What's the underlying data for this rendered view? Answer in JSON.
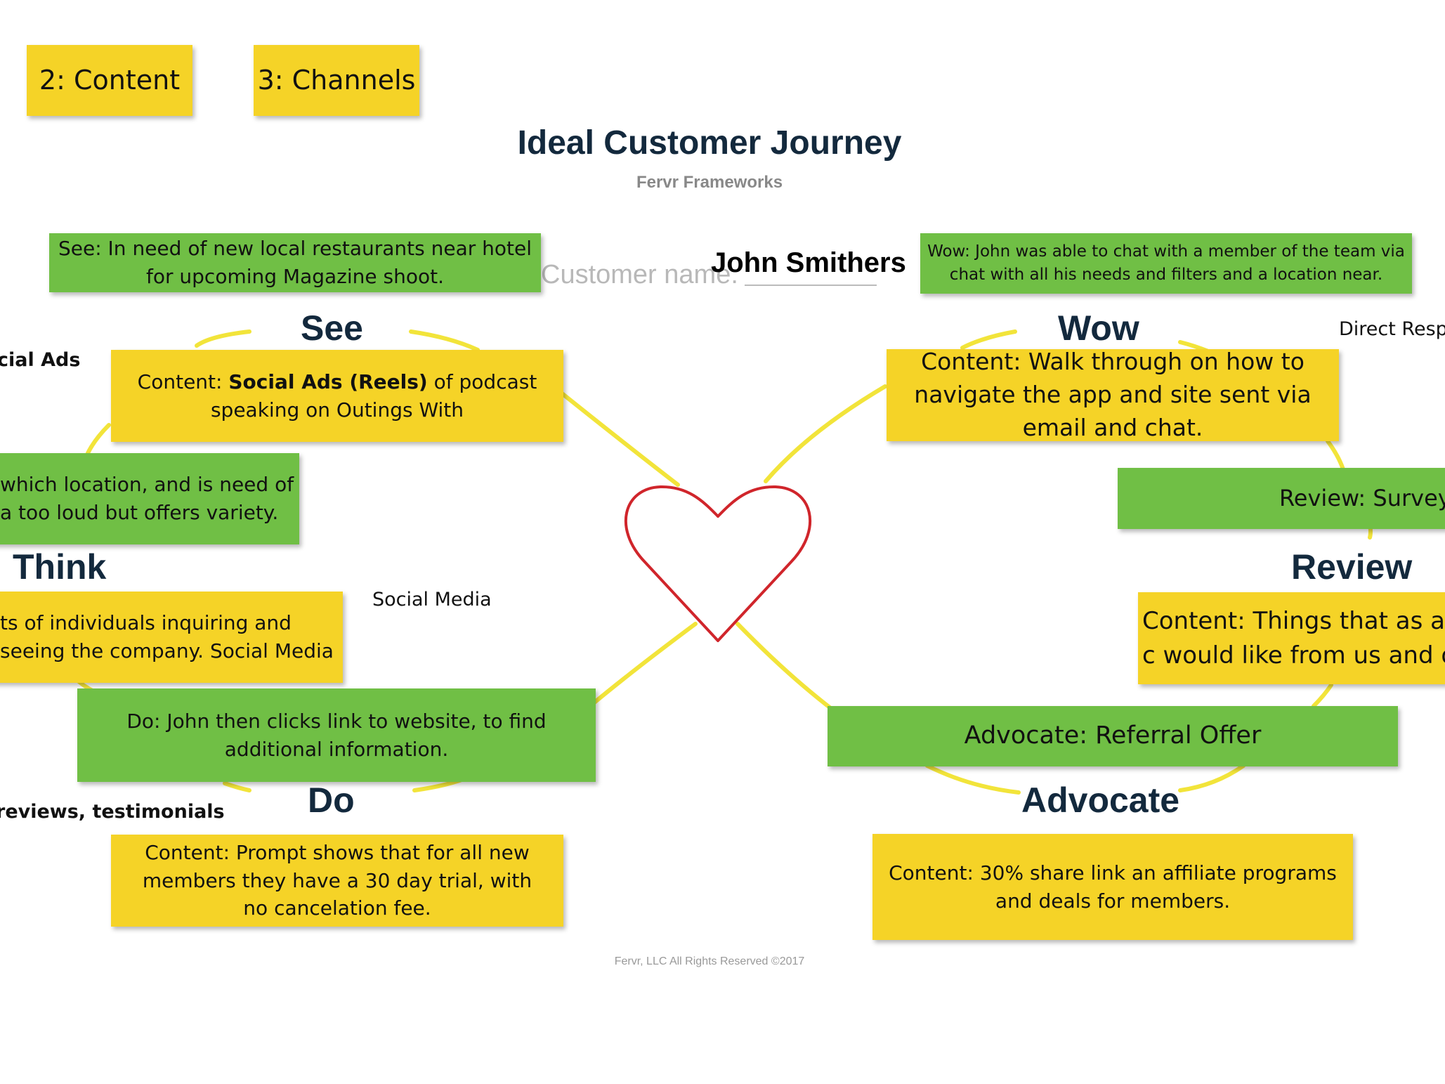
{
  "header": {
    "title": "Ideal Customer Journey",
    "subtitle": "Fervr Frameworks",
    "footer": "Fervr, LLC  All Rights Reserved ©2017"
  },
  "customer": {
    "label": "Customer name:",
    "name": "John Smithers"
  },
  "tabs": [
    {
      "label": "2: Content"
    },
    {
      "label": "3: Channels"
    }
  ],
  "stages": {
    "see": "See",
    "think": "Think",
    "do": "Do",
    "wow": "Wow",
    "review": "Review",
    "advocate": "Advocate"
  },
  "notes": {
    "see": "See: In need of new local restaurants near hotel for upcoming Magazine shoot.",
    "see_content_prefix": "Content: ",
    "see_content_bold": "Social Ads (Reels)",
    "see_content_rest": " of podcast speaking on Outings With",
    "think": "which location, and is need of a too loud but offers variety.",
    "think_content": "ts of individuals inquiring and seeing the company. Social Media",
    "do": "Do: John then clicks link to website, to find additional information.",
    "do_content": "Content: Prompt shows that for all new members they have a 30 day trial, with no cancelation fee.",
    "wow": "Wow: John was able to chat with a member of the team via chat with all his needs and filters and a location near.",
    "wow_content": "Content: Walk through on how to navigate the app and site sent via email and chat.",
    "review": "Review: Survey",
    "review_content": "Content: Things that as a c would like from us and o",
    "advocate": "Advocate: Referral Offer",
    "advocate_content": "Content: 30% share link an affiliate programs and deals for members."
  },
  "channels": {
    "left_top": "cial Ads",
    "middle": "Social Media",
    "left_bottom": "reviews, testimonials",
    "right_top": "Direct Resp"
  },
  "colors": {
    "yellow_note": "#f5d327",
    "green_note": "#70bf45",
    "heart": "#d0252b",
    "connector": "#f2e43a",
    "title": "#13293d"
  }
}
